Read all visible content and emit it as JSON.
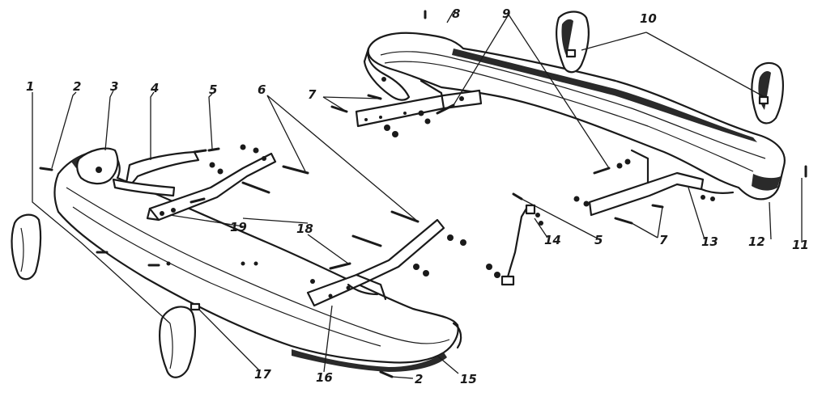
{
  "callouts": [
    {
      "id": "c1",
      "label": "1"
    },
    {
      "id": "c2a",
      "label": "2"
    },
    {
      "id": "c3",
      "label": "3"
    },
    {
      "id": "c4",
      "label": "4"
    },
    {
      "id": "c5a",
      "label": "5"
    },
    {
      "id": "c6",
      "label": "6"
    },
    {
      "id": "c7a",
      "label": "7"
    },
    {
      "id": "c8",
      "label": "8"
    },
    {
      "id": "c9",
      "label": "9"
    },
    {
      "id": "c10",
      "label": "10"
    },
    {
      "id": "c11",
      "label": "11"
    },
    {
      "id": "c12",
      "label": "12"
    },
    {
      "id": "c13",
      "label": "13"
    },
    {
      "id": "c7b",
      "label": "7"
    },
    {
      "id": "c5b",
      "label": "5"
    },
    {
      "id": "c14",
      "label": "14"
    },
    {
      "id": "c15",
      "label": "15"
    },
    {
      "id": "c2b",
      "label": "2"
    },
    {
      "id": "c16",
      "label": "16"
    },
    {
      "id": "c17",
      "label": "17"
    },
    {
      "id": "c18",
      "label": "18"
    },
    {
      "id": "c19",
      "label": "19"
    }
  ]
}
